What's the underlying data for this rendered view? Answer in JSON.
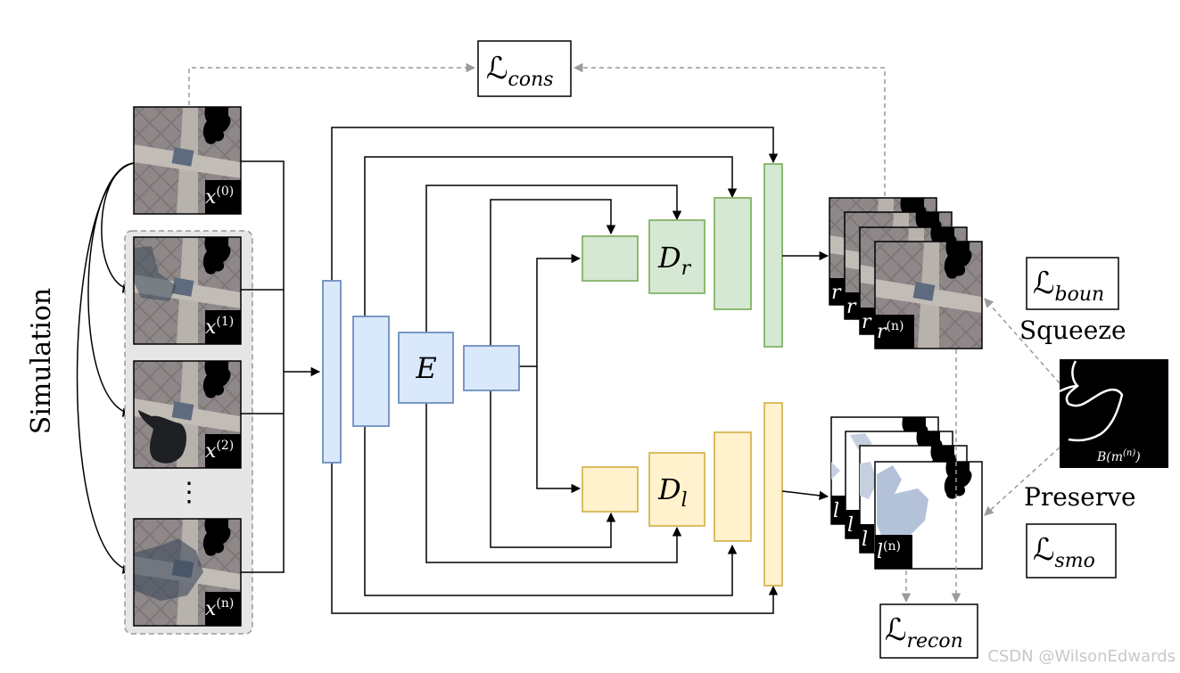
{
  "side_label": "Simulation",
  "inputs": {
    "x0": {
      "base": "x",
      "sup": "(0)"
    },
    "x1": {
      "base": "x",
      "sup": "(1)"
    },
    "x2": {
      "base": "x",
      "sup": "(2)"
    },
    "xn": {
      "base": "x",
      "sup": "(n)"
    },
    "ellipsis": "⋮"
  },
  "network": {
    "encoder": "E",
    "decoder_r": {
      "base": "D",
      "sub": "r"
    },
    "decoder_l": {
      "base": "D",
      "sub": "l"
    }
  },
  "outputs": {
    "r_stack": [
      "r",
      "r",
      "r"
    ],
    "rn": {
      "base": "r",
      "sup": "(n)"
    },
    "l_stack": [
      "l",
      "l",
      "l"
    ],
    "ln": {
      "base": "l",
      "sup": "(n)"
    }
  },
  "losses": {
    "cons": {
      "base": "ℒ",
      "sub": "cons"
    },
    "boun": {
      "base": "ℒ",
      "sub": "boun"
    },
    "smo": {
      "base": "ℒ",
      "sub": "smo"
    },
    "recon": {
      "base": "ℒ",
      "sub": "recon"
    }
  },
  "mask": {
    "pre": "B(m",
    "sup": "(n)",
    "post": ")"
  },
  "squeeze": "Squeeze",
  "preserve": "Preserve",
  "watermark": "CSDN @WilsonEdwards",
  "colors": {
    "blue_fill": "#dae8fc",
    "blue_stroke": "#6c8ebf",
    "green_fill": "#d5e8d4",
    "green_stroke": "#82b366",
    "yellow_fill": "#fff2cc",
    "yellow_stroke": "#d6b656",
    "dashed_gray": "#9a9a9a"
  }
}
